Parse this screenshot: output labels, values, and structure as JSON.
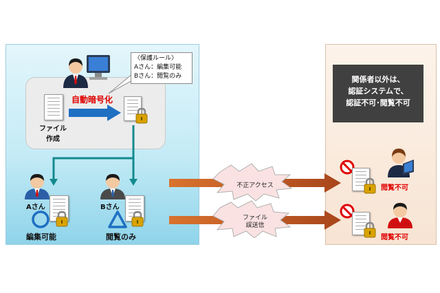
{
  "callout": {
    "title": "〈保護ルール〉",
    "rule_a": "Aさん：編集可能",
    "rule_b": "Bさん：閲覧のみ"
  },
  "auto_encrypt_label": "自動暗号化",
  "file_create_label": [
    "ファイル",
    "作成"
  ],
  "user_a": {
    "name": "Aさん",
    "permission": "編集可能"
  },
  "user_b": {
    "name": "Bさん",
    "permission": "閲覧のみ"
  },
  "arrow_unauthorized": "不正アクセス",
  "arrow_missend": [
    "ファイル",
    "誤送信"
  ],
  "right_box": [
    "関係者以外は、",
    "認証システムで、",
    "認証不可･閲覧不可"
  ],
  "denied_label_1": "閲覧不可",
  "denied_label_2": "閲覧不可",
  "colors": {
    "teal_line": "#138a8e",
    "blue_arrow": "#1f6fc2",
    "orange_arrow": "#b5531e",
    "red_text": "#e00000"
  }
}
